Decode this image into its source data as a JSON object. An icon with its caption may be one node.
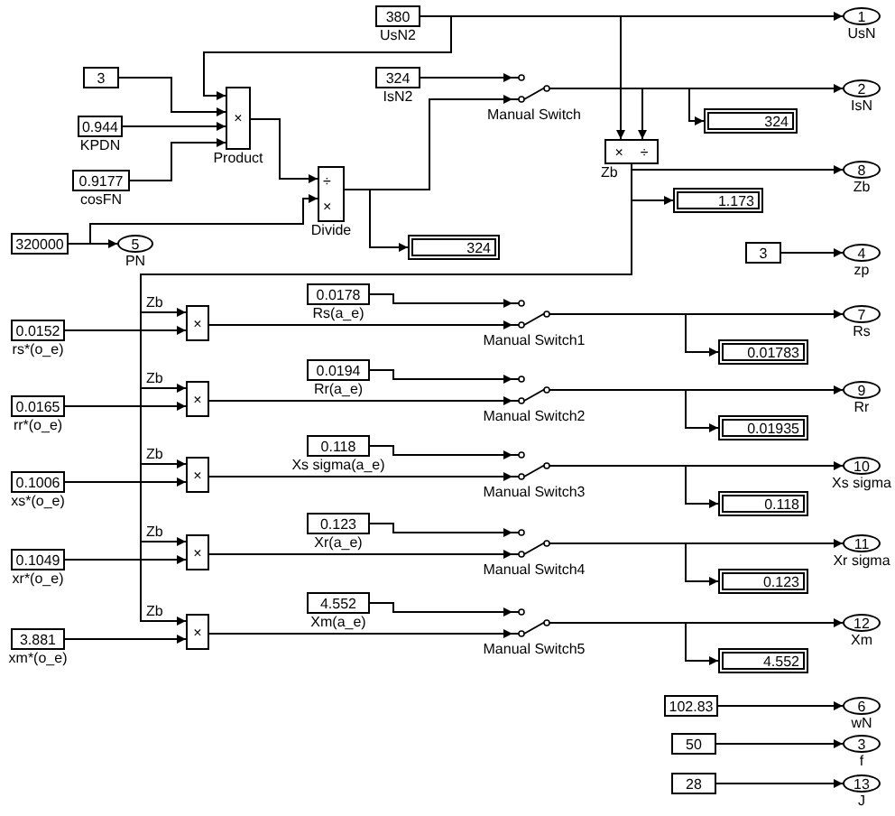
{
  "diagram": {
    "nodes": [
      {
        "text": [
          "380",
          "UsN2"
        ]
      },
      {
        "text": [
          "1",
          "UsN"
        ]
      },
      {
        "text": [
          "3"
        ]
      },
      {
        "text": [
          "324",
          "IsN2"
        ]
      },
      {
        "text": [
          "Manual Switch"
        ]
      },
      {
        "text": [
          "2",
          "IsN"
        ]
      },
      {
        "text": [
          "0.944",
          "KPDN"
        ]
      },
      {
        "text": [
          "×",
          "Product"
        ]
      },
      {
        "text": [
          "324"
        ]
      },
      {
        "text": [
          "0.9177",
          "cosFN"
        ]
      },
      {
        "text": [
          "÷",
          "×",
          "Divide"
        ]
      },
      {
        "text": [
          "×",
          "÷",
          "Zb"
        ]
      },
      {
        "text": [
          "8",
          "Zb"
        ]
      },
      {
        "text": [
          "1.173"
        ]
      },
      {
        "text": [
          "324"
        ]
      },
      {
        "text": [
          "320000"
        ]
      },
      {
        "text": [
          "5",
          "PN"
        ]
      },
      {
        "text": [
          "3"
        ]
      },
      {
        "text": [
          "4",
          "zp"
        ]
      },
      {
        "text": [
          "0.0178",
          "Rs(a_e)"
        ]
      },
      {
        "text": [
          "0.0152",
          "rs*(o_e)"
        ]
      },
      {
        "text": [
          "×"
        ]
      },
      {
        "text": [
          "Manual Switch1"
        ]
      },
      {
        "text": [
          "7",
          "Rs"
        ]
      },
      {
        "text": [
          "0.01783"
        ]
      },
      {
        "text": [
          "0.0194",
          "Rr(a_e)"
        ]
      },
      {
        "text": [
          "0.0165",
          "rr*(o_e)"
        ]
      },
      {
        "text": [
          "×"
        ]
      },
      {
        "text": [
          "Manual Switch2"
        ]
      },
      {
        "text": [
          "9",
          "Rr"
        ]
      },
      {
        "text": [
          "0.01935"
        ]
      },
      {
        "text": [
          "0.118",
          "Xs sigma(a_e)"
        ]
      },
      {
        "text": [
          "0.1006",
          "xs*(o_e)"
        ]
      },
      {
        "text": [
          "×"
        ]
      },
      {
        "text": [
          "Manual Switch3"
        ]
      },
      {
        "text": [
          "10",
          "Xs sigma"
        ]
      },
      {
        "text": [
          "0.118"
        ]
      },
      {
        "text": [
          "0.123",
          "Xr(a_e)"
        ]
      },
      {
        "text": [
          "0.1049",
          "xr*(o_e)"
        ]
      },
      {
        "text": [
          "×"
        ]
      },
      {
        "text": [
          "Manual Switch4"
        ]
      },
      {
        "text": [
          "11",
          "Xr sigma"
        ]
      },
      {
        "text": [
          "0.123"
        ]
      },
      {
        "text": [
          "4.552",
          "Xm(a_e)"
        ]
      },
      {
        "text": [
          "3.881",
          "xm*(o_e)"
        ]
      },
      {
        "text": [
          "×"
        ]
      },
      {
        "text": [
          "Manual Switch5"
        ]
      },
      {
        "text": [
          "12",
          "Xm"
        ]
      },
      {
        "text": [
          "4.552"
        ]
      },
      {
        "text": [
          "102.83"
        ]
      },
      {
        "text": [
          "6",
          "wN"
        ]
      },
      {
        "text": [
          "50"
        ]
      },
      {
        "text": [
          "3",
          "f"
        ]
      },
      {
        "text": [
          "28"
        ]
      },
      {
        "text": [
          "13",
          "J"
        ]
      }
    ],
    "edges": [
      {
        "from": 0,
        "to": 1,
        "arrow": "to"
      },
      {
        "from": 0,
        "to": 7,
        "arrow": "to"
      },
      {
        "from": 0,
        "to": 11,
        "arrow": "to"
      },
      {
        "from": 2,
        "to": 7,
        "arrow": "to"
      },
      {
        "from": 6,
        "to": 7,
        "arrow": "to"
      },
      {
        "from": 9,
        "to": 7,
        "arrow": "to"
      },
      {
        "from": 7,
        "to": 10,
        "arrow": "to"
      },
      {
        "from": 15,
        "to": 10,
        "arrow": "to"
      },
      {
        "from": 15,
        "to": 16,
        "arrow": "to"
      },
      {
        "from": 10,
        "to": 4,
        "arrow": "to"
      },
      {
        "from": 10,
        "to": 14,
        "arrow": "to"
      },
      {
        "from": 3,
        "to": 4,
        "arrow": "to"
      },
      {
        "from": 4,
        "to": 5,
        "arrow": "to"
      },
      {
        "from": 4,
        "to": 11,
        "arrow": "to"
      },
      {
        "from": 4,
        "to": 8,
        "arrow": "to"
      },
      {
        "from": 11,
        "to": 12,
        "arrow": "to"
      },
      {
        "from": 11,
        "to": 13,
        "arrow": "to"
      },
      {
        "from": 11,
        "to": 21,
        "label": "Zb",
        "arrow": "to"
      },
      {
        "from": 11,
        "to": 27,
        "label": "Zb",
        "arrow": "to"
      },
      {
        "from": 11,
        "to": 33,
        "label": "Zb",
        "arrow": "to"
      },
      {
        "from": 11,
        "to": 39,
        "label": "Zb",
        "arrow": "to"
      },
      {
        "from": 11,
        "to": 45,
        "label": "Zb",
        "arrow": "to"
      },
      {
        "from": 17,
        "to": 18,
        "arrow": "to"
      },
      {
        "from": 19,
        "to": 22,
        "arrow": "to"
      },
      {
        "from": 20,
        "to": 21,
        "arrow": "to"
      },
      {
        "from": 21,
        "to": 22,
        "arrow": "to"
      },
      {
        "from": 22,
        "to": 23,
        "arrow": "to"
      },
      {
        "from": 22,
        "to": 24,
        "arrow": "to"
      },
      {
        "from": 25,
        "to": 28,
        "arrow": "to"
      },
      {
        "from": 26,
        "to": 27,
        "arrow": "to"
      },
      {
        "from": 27,
        "to": 28,
        "arrow": "to"
      },
      {
        "from": 28,
        "to": 29,
        "arrow": "to"
      },
      {
        "from": 28,
        "to": 30,
        "arrow": "to"
      },
      {
        "from": 31,
        "to": 34,
        "arrow": "to"
      },
      {
        "from": 32,
        "to": 33,
        "arrow": "to"
      },
      {
        "from": 33,
        "to": 34,
        "arrow": "to"
      },
      {
        "from": 34,
        "to": 35,
        "arrow": "to"
      },
      {
        "from": 34,
        "to": 36,
        "arrow": "to"
      },
      {
        "from": 37,
        "to": 40,
        "arrow": "to"
      },
      {
        "from": 38,
        "to": 39,
        "arrow": "to"
      },
      {
        "from": 39,
        "to": 40,
        "arrow": "to"
      },
      {
        "from": 40,
        "to": 41,
        "arrow": "to"
      },
      {
        "from": 40,
        "to": 42,
        "arrow": "to"
      },
      {
        "from": 43,
        "to": 46,
        "arrow": "to"
      },
      {
        "from": 44,
        "to": 45,
        "arrow": "to"
      },
      {
        "from": 45,
        "to": 46,
        "arrow": "to"
      },
      {
        "from": 46,
        "to": 47,
        "arrow": "to"
      },
      {
        "from": 46,
        "to": 48,
        "arrow": "to"
      },
      {
        "from": 49,
        "to": 50,
        "arrow": "to"
      },
      {
        "from": 51,
        "to": 52,
        "arrow": "to"
      },
      {
        "from": 53,
        "to": 54,
        "arrow": "to"
      }
    ]
  }
}
